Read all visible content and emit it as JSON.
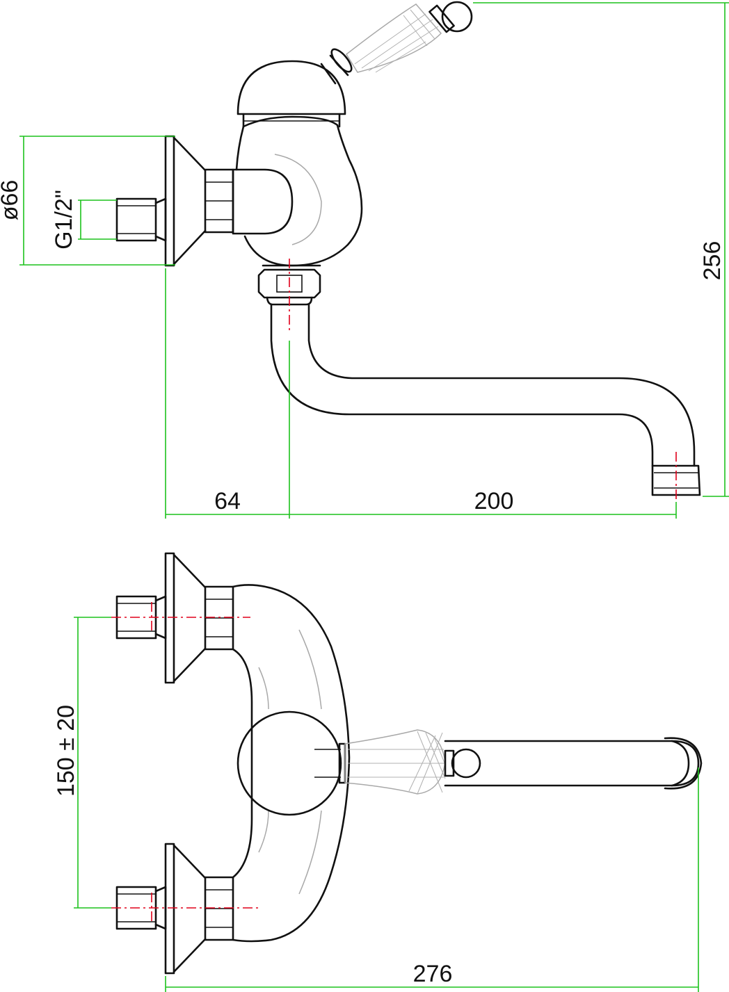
{
  "drawing": {
    "subject": "wall-mounted single-lever faucet, technical drawing",
    "views": [
      "side-view",
      "top-view"
    ]
  },
  "dimensions": {
    "flange_diameter": "ø66",
    "thread": "G1/2\"",
    "height": "256",
    "wall_to_axis": "64",
    "spout_reach": "200",
    "inlet_spacing": "150 ± 20",
    "total_depth": "276"
  },
  "colors": {
    "outline": "#111111",
    "dimension_lines": "#1cc21c",
    "center_lines": "#e0001a",
    "ceramic_handle": "#a8a8a8"
  }
}
